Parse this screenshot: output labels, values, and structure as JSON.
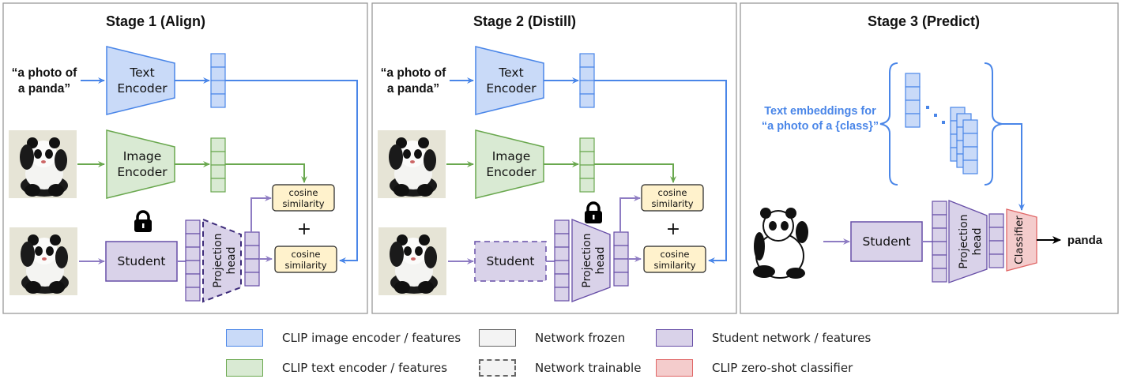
{
  "panels": [
    {
      "title": "Stage 1 (Align)",
      "text_input": [
        "“a photo of",
        "a panda”"
      ],
      "text_encoder": [
        "Text",
        "Encoder"
      ],
      "image_encoder": [
        "Image",
        "Encoder"
      ],
      "student": "Student",
      "projection_head": [
        "Projection",
        "head"
      ],
      "cosine_top": [
        "cosine",
        "similarity"
      ],
      "cosine_bottom": [
        "cosine",
        "similarity"
      ],
      "plus": "+",
      "student_trainable": false,
      "projection_trainable": true,
      "lock_on": "student"
    },
    {
      "title": "Stage 2 (Distill)",
      "text_input": [
        "“a photo of",
        "a panda”"
      ],
      "text_encoder": [
        "Text",
        "Encoder"
      ],
      "image_encoder": [
        "Image",
        "Encoder"
      ],
      "student": "Student",
      "projection_head": [
        "Projection",
        "head"
      ],
      "cosine_top": [
        "cosine",
        "similarity"
      ],
      "cosine_bottom": [
        "cosine",
        "similarity"
      ],
      "plus": "+",
      "student_trainable": true,
      "projection_trainable": false,
      "lock_on": "projection_head"
    },
    {
      "title": "Stage 3 (Predict)",
      "embeddings_label": [
        "Text embeddings for",
        "“a photo of a {class}”"
      ],
      "student": "Student",
      "projection_head": [
        "Projection",
        "head"
      ],
      "classifier": "Classifier",
      "output": "panda"
    }
  ],
  "icons": {
    "lock": "lock-icon",
    "panda_photo": "panda-photo",
    "panda_drawing": "panda-cartoon"
  },
  "colors": {
    "blue_fill": "#c9daf8",
    "blue_stroke": "#4a86e8",
    "green_fill": "#d9ead3",
    "green_stroke": "#6aa84f",
    "purple_fill": "#d9d2e9",
    "purple_stroke": "#674ea7",
    "purple_arrow": "#8e7cc3",
    "red_fill": "#f4cccc",
    "red_stroke": "#e06666",
    "cosine_fill": "#fff2cc",
    "frozen_fill": "#f3f3f3"
  },
  "legend": [
    {
      "label": "CLIP image encoder / features",
      "kind": "blue"
    },
    {
      "label": "CLIP text encoder / features",
      "kind": "green"
    },
    {
      "label": "Network frozen",
      "kind": "frozen"
    },
    {
      "label": "Network trainable",
      "kind": "trainable"
    },
    {
      "label": "Student network / features",
      "kind": "purple"
    },
    {
      "label": "CLIP zero-shot classifier",
      "kind": "red"
    }
  ]
}
